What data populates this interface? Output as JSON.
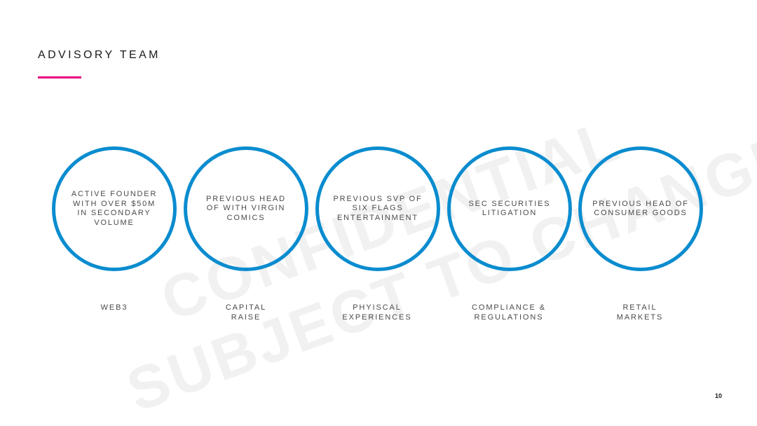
{
  "slide": {
    "title": "ADVISORY TEAM",
    "page_number": "10"
  },
  "watermark": {
    "line1": "CONFIDENTIAL",
    "line2": "SUBJECT TO CHANGE"
  },
  "colors": {
    "accent": "#e6007e",
    "circle_border": "#0a8ccf",
    "watermark": "#f1f1f1",
    "text": "#4a4a4a"
  },
  "advisors": [
    {
      "description": "ACTIVE FOUNDER\nWITH OVER $50M\nIN SECONDARY\nVOLUME",
      "area": "WEB3"
    },
    {
      "description": "PREVIOUS HEAD\nOF WITH VIRGIN\nCOMICS",
      "area": "CAPITAL\nRAISE"
    },
    {
      "description": "PREVIOUS SVP OF\nSIX FLAGS\nENTERTAINMENT",
      "area": "PHYISCAL\nEXPERIENCES"
    },
    {
      "description": "SEC SECURITIES\nLITIGATION",
      "area": "COMPLIANCE &\nREGULATIONS"
    },
    {
      "description": "PREVIOUS HEAD OF\nCONSUMER GOODS",
      "area": "RETAIL\nMARKETS"
    }
  ]
}
